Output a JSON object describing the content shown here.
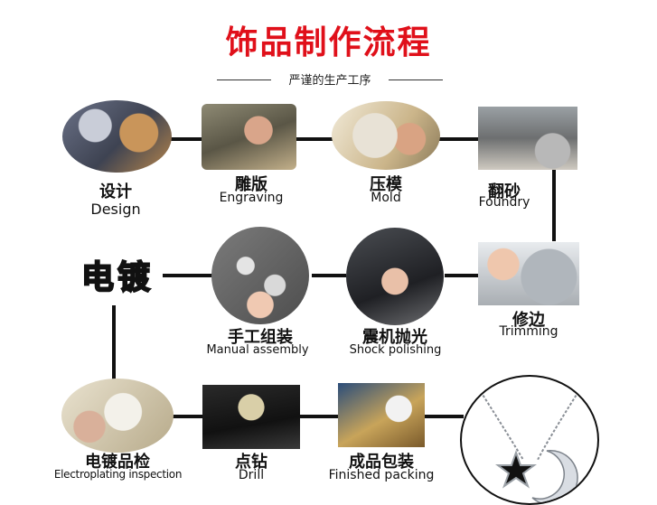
{
  "header": {
    "title": "饰品制作流程",
    "subtitle": "严谨的生产工序"
  },
  "colors": {
    "title": "#e0101a",
    "connector": "#111111"
  },
  "steps": [
    {
      "zh": "设计",
      "en": "Design",
      "icon": "design-photo"
    },
    {
      "zh": "雕版",
      "en": "Engraving",
      "icon": "engraving-photo"
    },
    {
      "zh": "压模",
      "en": "Mold",
      "icon": "mold-photo"
    },
    {
      "zh": "翻砂",
      "en": "Foundry",
      "icon": "foundry-photo"
    },
    {
      "zh": "修边",
      "en": "Trimming",
      "icon": "trimming-photo"
    },
    {
      "zh": "震机抛光",
      "en": "Shock polishing",
      "icon": "polishing-photo"
    },
    {
      "zh": "手工组装",
      "en": "Manual assembly",
      "icon": "assembly-photo"
    },
    {
      "zh": "电镀",
      "en": "",
      "icon": "plating-text"
    },
    {
      "zh": "电镀品检",
      "en": "Electroplating inspection",
      "icon": "inspection-photo"
    },
    {
      "zh": "点钻",
      "en": "Drill",
      "icon": "drill-photo"
    },
    {
      "zh": "成品包装",
      "en": "Finished packing",
      "icon": "packing-photo"
    }
  ],
  "final": {
    "icon": "necklace-photo"
  }
}
